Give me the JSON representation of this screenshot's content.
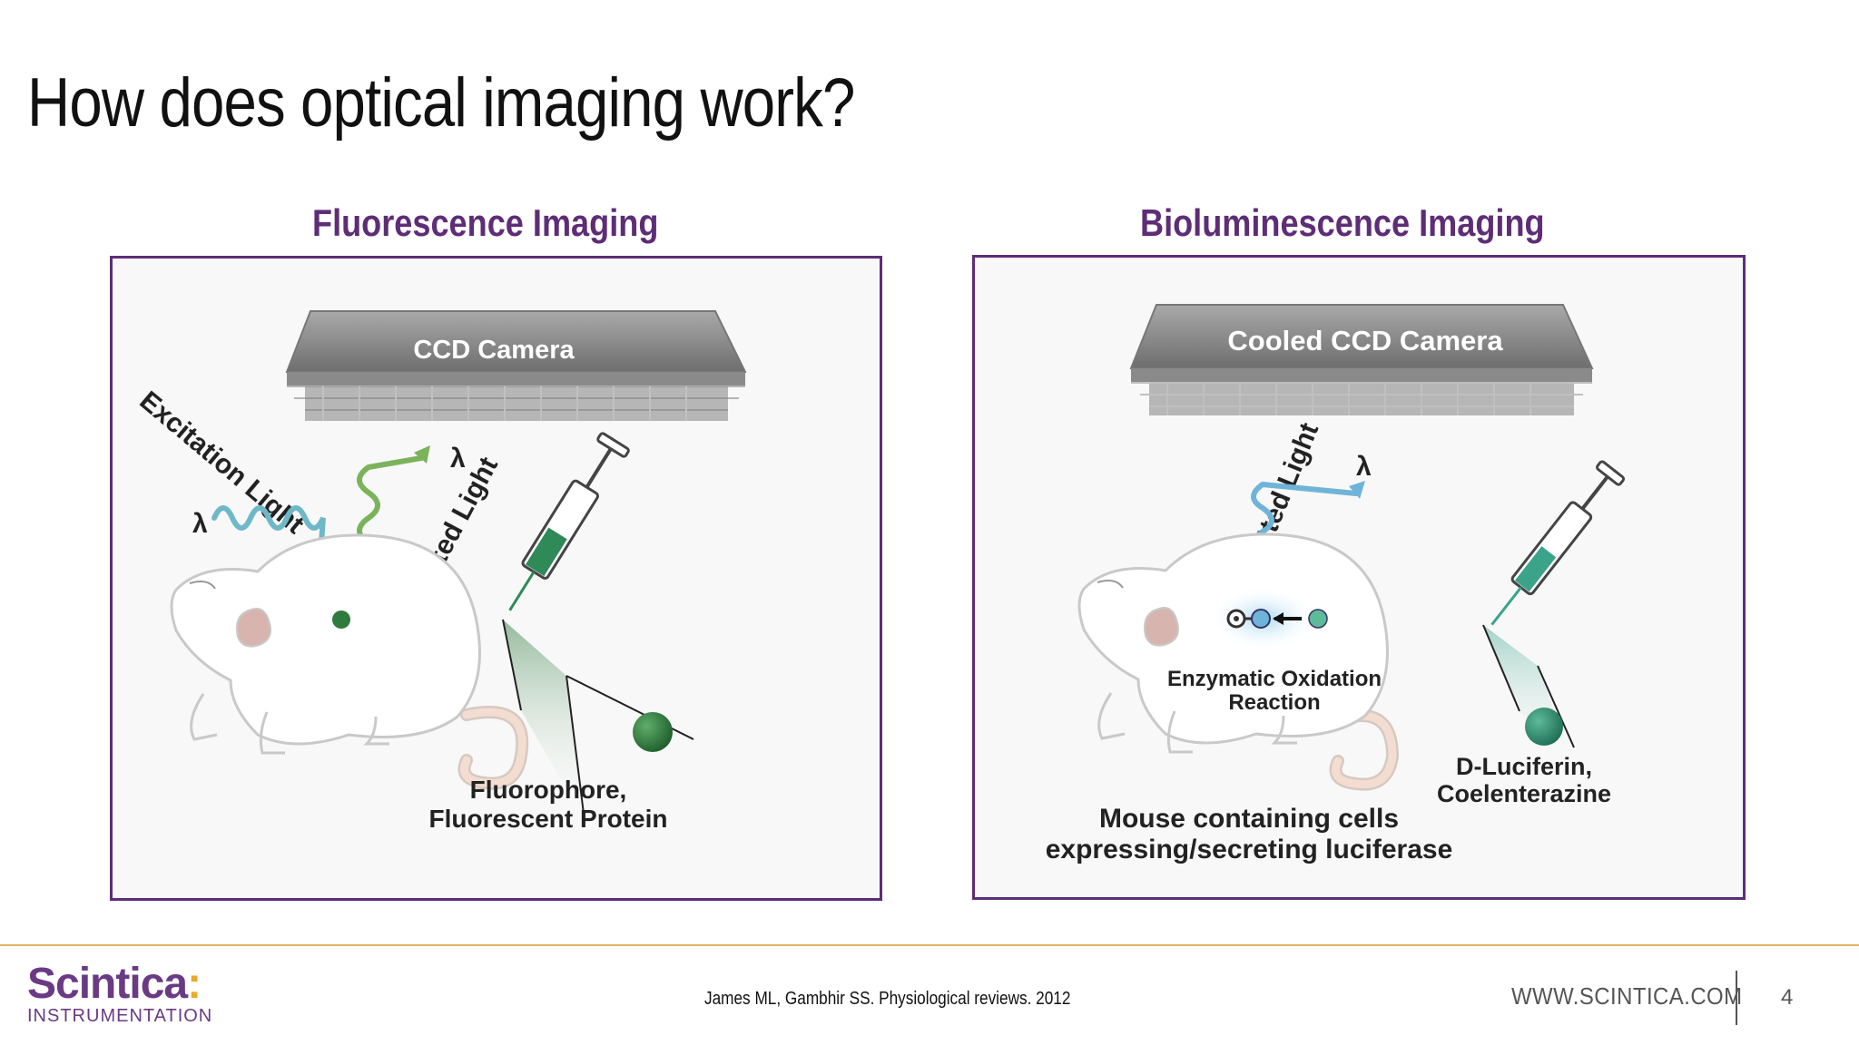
{
  "slide": {
    "title": "How does optical imaging work?",
    "page_number": "4"
  },
  "panels": {
    "fluorescence": {
      "heading": "Fluorescence Imaging",
      "camera_label": "CCD Camera",
      "excitation_label": "Excitation Light",
      "emitted_label": "Emitted Light",
      "lambda_symbol": "λ",
      "probe_label_line1": "Fluorophore,",
      "probe_label_line2": "Fluorescent Protein"
    },
    "bioluminescence": {
      "heading": "Bioluminescence Imaging",
      "camera_label": "Cooled CCD Camera",
      "emitted_label": "Emitted Light",
      "lambda_symbol": "λ",
      "reaction_label_line1": "Enzymatic Oxidation",
      "reaction_label_line2": "Reaction",
      "substrate_label_line1": "D-Luciferin,",
      "substrate_label_line2": "Coelenterazine",
      "mouse_label_line1": "Mouse containing cells",
      "mouse_label_line2": "expressing/secreting luciferase"
    }
  },
  "footer": {
    "logo_name": "Scintica",
    "logo_dots": ":",
    "logo_subtitle": "INSTRUMENTATION",
    "citation": "James ML, Gambhir SS. Physiological reviews. 2012",
    "website": "WWW.SCINTICA.COM"
  },
  "colors": {
    "accent_purple": "#5e2d77",
    "footer_rule": "#e2b25a",
    "excitation_wave": "#6fb8c8",
    "emitted_wave_fluorescence": "#7bb35a",
    "emitted_wave_bioluminescence": "#6fb4d8",
    "probe_green": "#2f7a3e"
  }
}
